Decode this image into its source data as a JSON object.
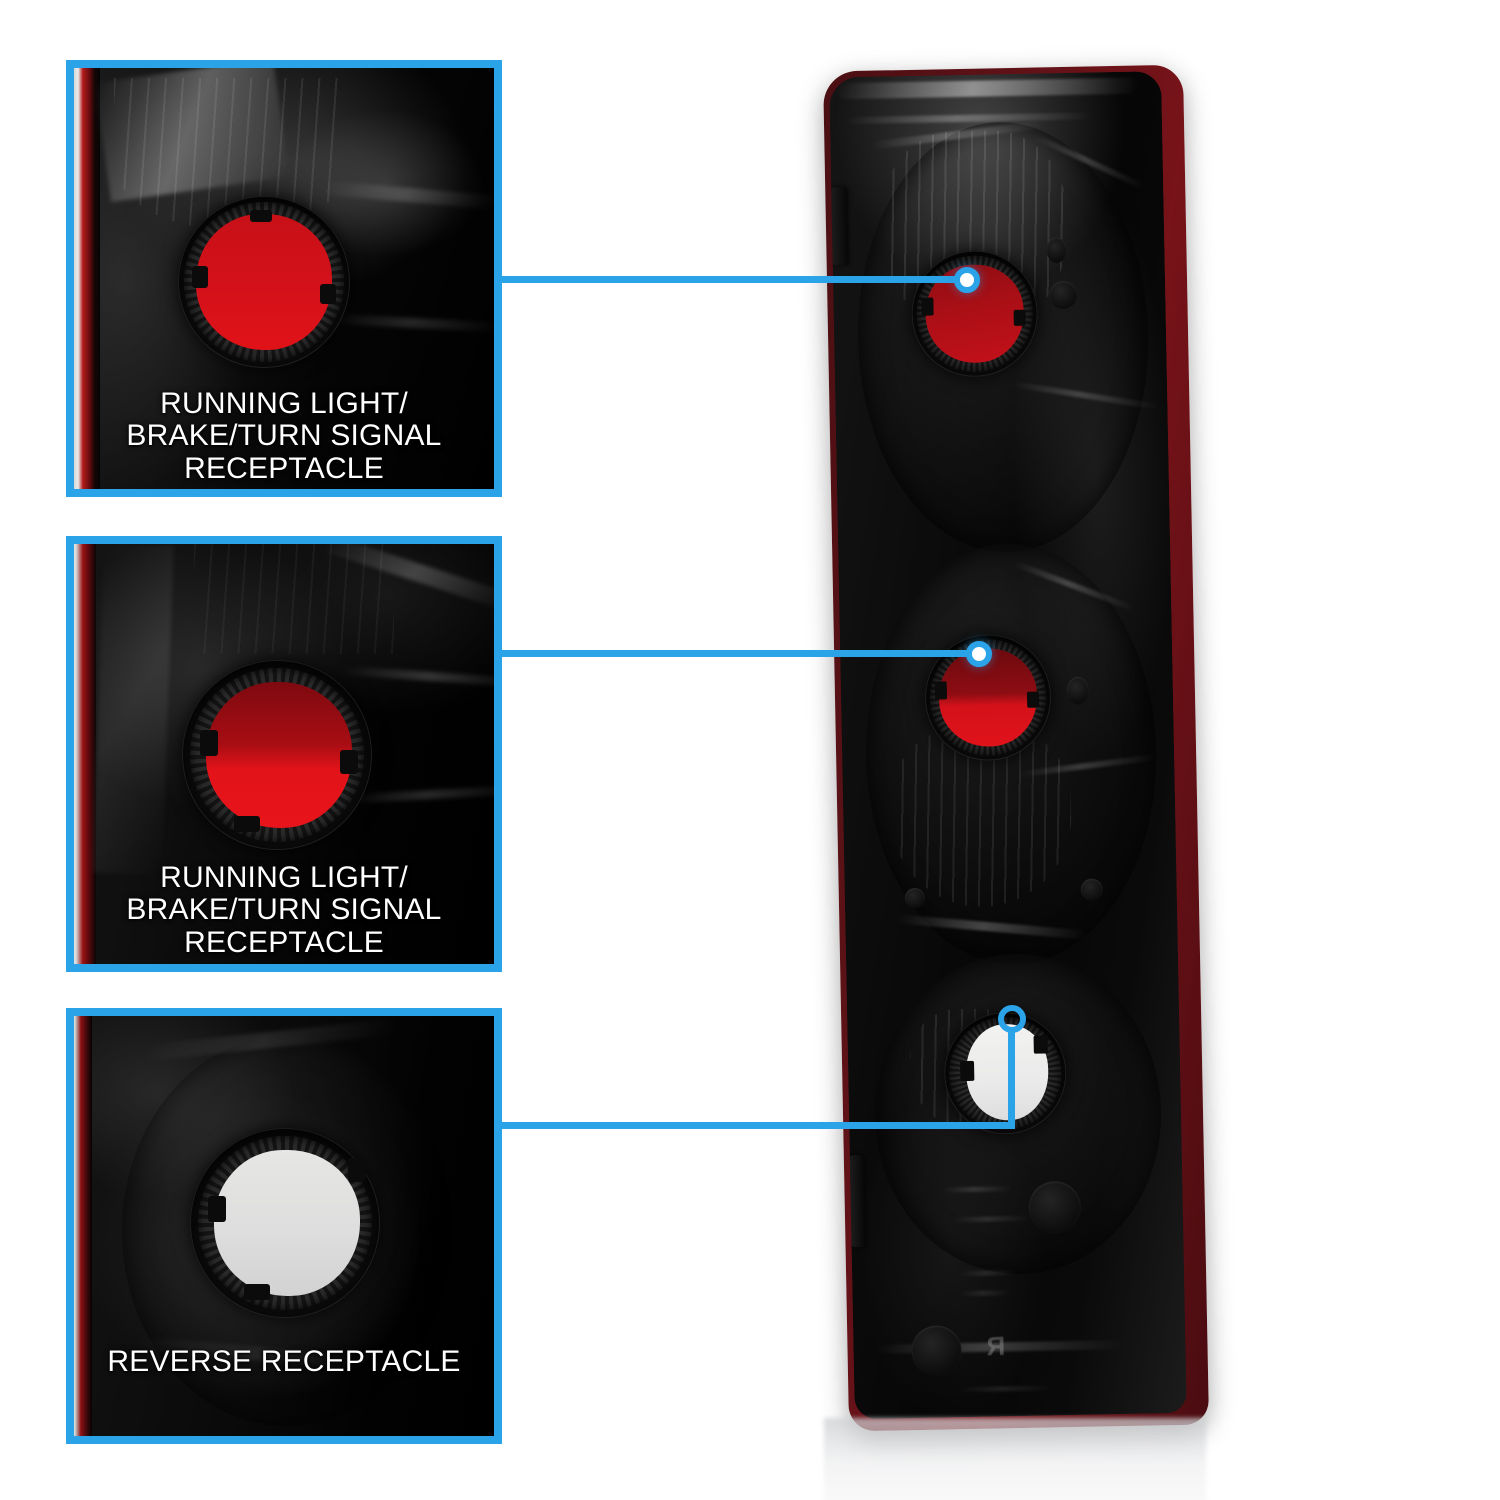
{
  "product": {
    "name": "smoked-lens-tail-light-assembly",
    "side_marking": "R",
    "housing_color": "#0a0a0a",
    "lens_rim_color": "#5c1217",
    "embossed_marks": [
      "R"
    ]
  },
  "accent": {
    "callout_blue": "#2ba3e8",
    "caption_text_color": "#ffffff",
    "panel_background": "#060606",
    "bulb_red": "#d4111a",
    "bulb_white": "#e0e0de"
  },
  "callouts": [
    {
      "id": "running-light-brake-turn-signal-upper",
      "caption": "RUNNING LIGHT/\nBRAKE/TURN SIGNAL\nRECEPTACLE",
      "marker": "filled-dot",
      "connector": "straight"
    },
    {
      "id": "running-light-brake-turn-signal-middle",
      "caption": "RUNNING LIGHT/\nBRAKE/TURN SIGNAL\nRECEPTACLE",
      "marker": "filled-dot",
      "connector": "straight"
    },
    {
      "id": "reverse-receptacle",
      "caption": "REVERSE RECEPTACLE",
      "marker": "hollow-dot",
      "connector": "elbow"
    }
  ]
}
